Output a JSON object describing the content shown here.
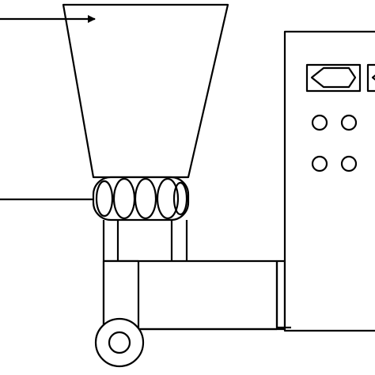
{
  "diagram": {
    "kind": "machine line drawing",
    "stroke_color": "#000000",
    "background_color": "#ffffff",
    "parts": [
      "hopper",
      "screw-feeder",
      "support-legs",
      "extruder-barrel",
      "wheel",
      "control-cabinet"
    ],
    "control_panel": {
      "displays": 2,
      "knob_rows": 2,
      "knobs_per_row": 2
    },
    "callout_arrows": 2,
    "text_labels": []
  }
}
